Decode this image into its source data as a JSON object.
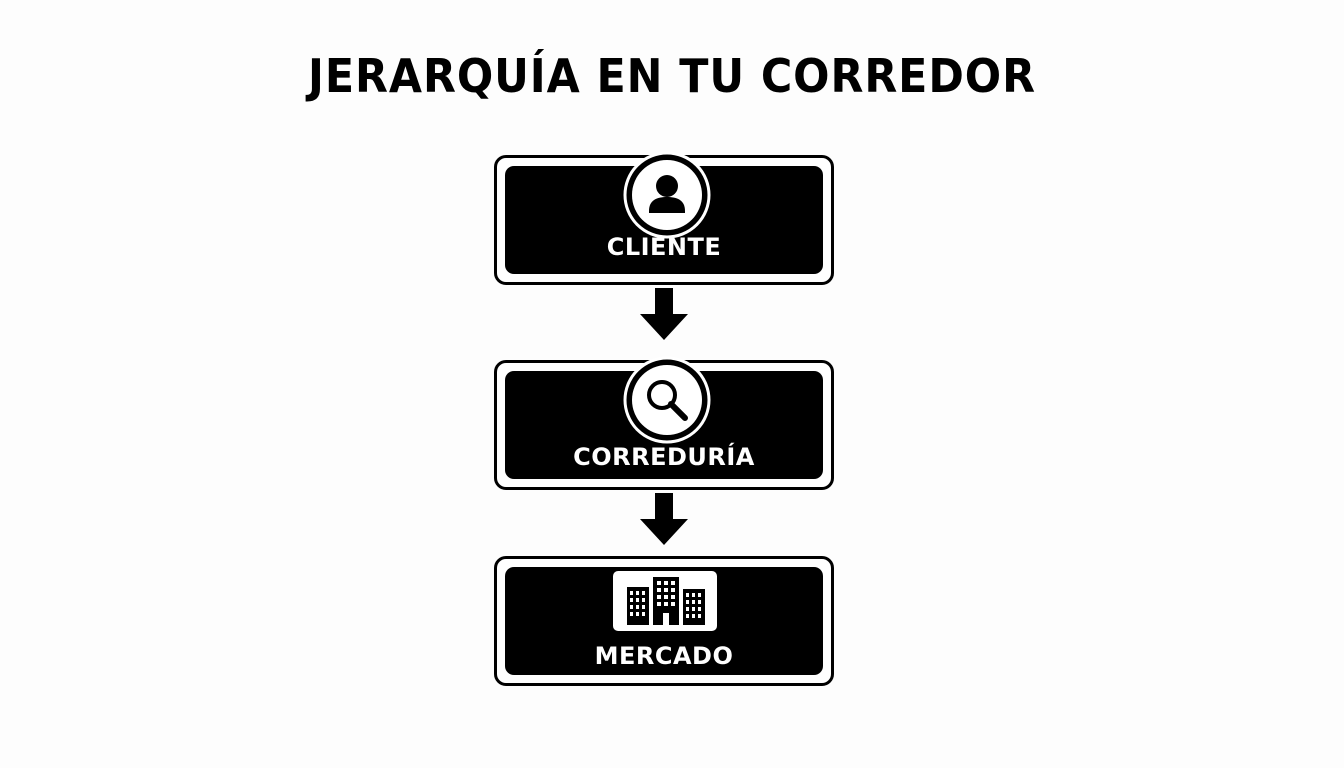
{
  "title": "JERARQUÍA EN TU CORREDOR",
  "nodes": [
    {
      "label": "CLIENTE",
      "icon": "person-icon"
    },
    {
      "label": "CORREDURÍA",
      "icon": "magnifier-icon"
    },
    {
      "label": "MERCADO",
      "icon": "buildings-icon"
    }
  ],
  "colors": {
    "background": "#fdfdfd",
    "box_fill": "#000000",
    "box_text": "#ffffff",
    "outline": "#000000"
  }
}
